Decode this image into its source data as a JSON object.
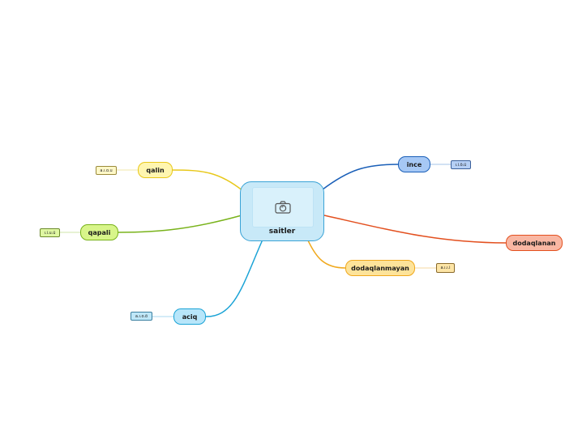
{
  "central": {
    "label": "saitler",
    "icon": "camera-icon"
  },
  "branches": [
    {
      "label": "qalin",
      "color": "#e8c81a",
      "leaf": "a.ı.o.u"
    },
    {
      "label": "qapali",
      "color": "#79b31b",
      "leaf": "ı.i.u.ü"
    },
    {
      "label": "aciq",
      "color": "#1aa3d6",
      "leaf": "a.ı.o.ö"
    },
    {
      "label": "ince",
      "color": "#1a5fb8",
      "leaf": "ı.i.ö.ü"
    },
    {
      "label": "dodaqlanan",
      "color": "#e3501f"
    },
    {
      "label": "dodaqlanmayan",
      "color": "#f0a81c",
      "leaf": "a.ı.ı.i"
    }
  ]
}
